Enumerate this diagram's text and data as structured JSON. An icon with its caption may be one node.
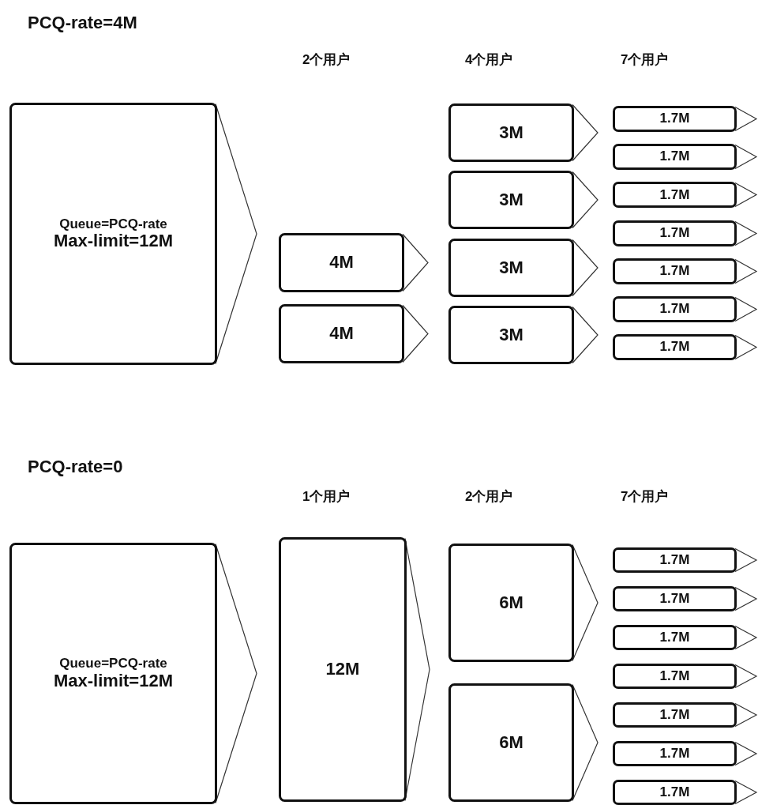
{
  "diagram": {
    "nodes": [
      {
        "text": [
          "Queue=PCQ-rate",
          "Max-limit=12M"
        ]
      },
      {
        "text": [
          "4M"
        ]
      },
      {
        "text": [
          "4M"
        ]
      },
      {
        "text": [
          "3M"
        ]
      },
      {
        "text": [
          "3M"
        ]
      },
      {
        "text": [
          "3M"
        ]
      },
      {
        "text": [
          "3M"
        ]
      },
      {
        "text": [
          "1.7M"
        ]
      },
      {
        "text": [
          "1.7M"
        ]
      },
      {
        "text": [
          "1.7M"
        ]
      },
      {
        "text": [
          "1.7M"
        ]
      },
      {
        "text": [
          "1.7M"
        ]
      },
      {
        "text": [
          "1.7M"
        ]
      },
      {
        "text": [
          "1.7M"
        ]
      },
      {
        "text": [
          "Queue=PCQ-rate",
          "Max-limit=12M"
        ]
      },
      {
        "text": [
          "12M"
        ]
      },
      {
        "text": [
          "6M"
        ]
      },
      {
        "text": [
          "6M"
        ]
      },
      {
        "text": [
          "1.7M"
        ]
      },
      {
        "text": [
          "1.7M"
        ]
      },
      {
        "text": [
          "1.7M"
        ]
      },
      {
        "text": [
          "1.7M"
        ]
      },
      {
        "text": [
          "1.7M"
        ]
      },
      {
        "text": [
          "1.7M"
        ]
      },
      {
        "text": [
          "1.7M"
        ]
      }
    ],
    "labels": [
      "PCQ-rate=4M",
      "2个用户",
      "4个用户",
      "7个用户",
      "PCQ-rate=0",
      "1个用户",
      "2个用户",
      "7个用户"
    ]
  }
}
